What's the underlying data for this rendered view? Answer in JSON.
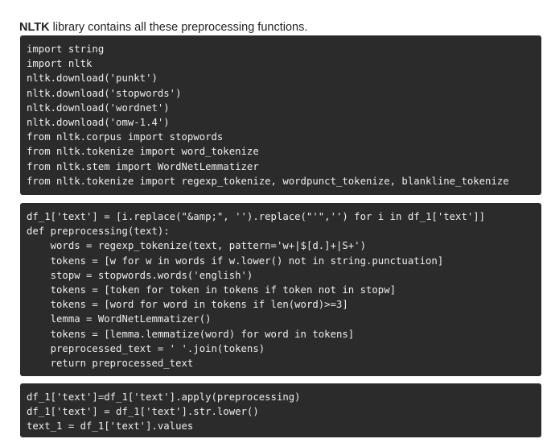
{
  "intro": {
    "bold": "NLTK",
    "rest": " library contains all these preprocessing functions."
  },
  "code_blocks": [
    {
      "lines": [
        "import string",
        "import nltk",
        "nltk.download('punkt')",
        "nltk.download('stopwords')",
        "nltk.download('wordnet')",
        "nltk.download('omw-1.4')",
        "from nltk.corpus import stopwords",
        "from nltk.tokenize import word_tokenize",
        "from nltk.stem import WordNetLemmatizer",
        "from nltk.tokenize import regexp_tokenize, wordpunct_tokenize, blankline_tokenize"
      ]
    },
    {
      "lines": [
        "df_1['text'] = [i.replace(\"&amp;\", '').replace(\"'\",'') for i in df_1['text']]",
        "def preprocessing(text):",
        "    words = regexp_tokenize(text, pattern='w+|$[d.]+|S+')",
        "    tokens = [w for w in words if w.lower() not in string.punctuation]",
        "    stopw = stopwords.words('english')",
        "    tokens = [token for token in tokens if token not in stopw]",
        "    tokens = [word for word in tokens if len(word)>=3]",
        "    lemma = WordNetLemmatizer()",
        "    tokens = [lemma.lemmatize(word) for word in tokens]",
        "    preprocessed_text = ' '.join(tokens)",
        "    return preprocessed_text"
      ]
    },
    {
      "lines": [
        "df_1['text']=df_1['text'].apply(preprocessing)",
        "df_1['text'] = df_1['text'].str.lower()",
        "text_1 = df_1['text'].values"
      ]
    }
  ]
}
